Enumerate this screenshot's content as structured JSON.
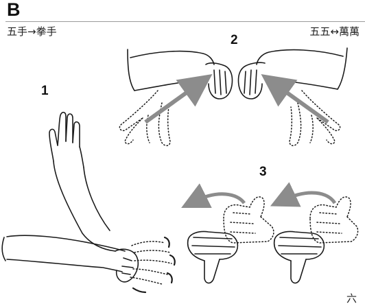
{
  "section": {
    "letter": "B"
  },
  "caption": {
    "left": "五手→拳手",
    "right": "五五↔萬萬"
  },
  "steps": {
    "one": "1",
    "two": "2",
    "three": "3"
  },
  "page": {
    "number": "六"
  },
  "colors": {
    "ink": "#1a1a1a",
    "arrow": "#8c8c8c",
    "rule": "#9a9a9a"
  }
}
